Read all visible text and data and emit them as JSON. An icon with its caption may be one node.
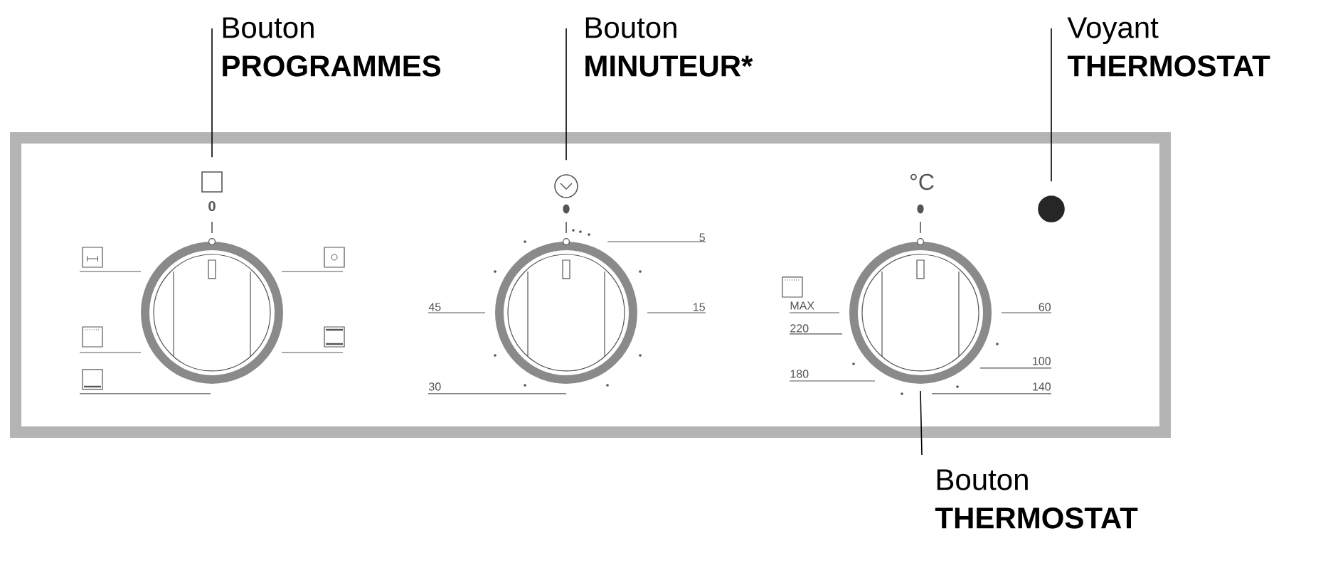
{
  "diagram": {
    "nodes": [
      {
        "text": [
          "Bouton",
          "PROGRAMMES"
        ]
      },
      {
        "text": [],
        "shape": "box",
        "beside": [
          "0"
        ]
      },
      {
        "text": [],
        "shape": "circle"
      },
      {
        "text": [
          "Bouton",
          "MINUTEUR*"
        ]
      },
      {
        "text": [],
        "shape": "circle"
      },
      {
        "text": [],
        "shape": "circle"
      },
      {
        "text": [
          "Voyant",
          "THERMOSTAT"
        ]
      },
      {
        "text": [],
        "shape": "circle"
      },
      {
        "text": [],
        "shape": "circle"
      },
      {
        "text": [
          "Bouton",
          "THERMOSTAT"
        ]
      }
    ],
    "edges": [
      {
        "from": 0,
        "to": 1,
        "arrow": "none"
      },
      {
        "from": 3,
        "to": 4,
        "arrow": "none"
      },
      {
        "from": 6,
        "to": 7,
        "arrow": "none"
      },
      {
        "from": 9,
        "to": 8,
        "arrow": "none"
      }
    ],
    "labels": [
      "5",
      "45",
      "15",
      "30",
      "°C",
      "MAX",
      "60",
      "220",
      "100",
      "180",
      "140"
    ]
  }
}
